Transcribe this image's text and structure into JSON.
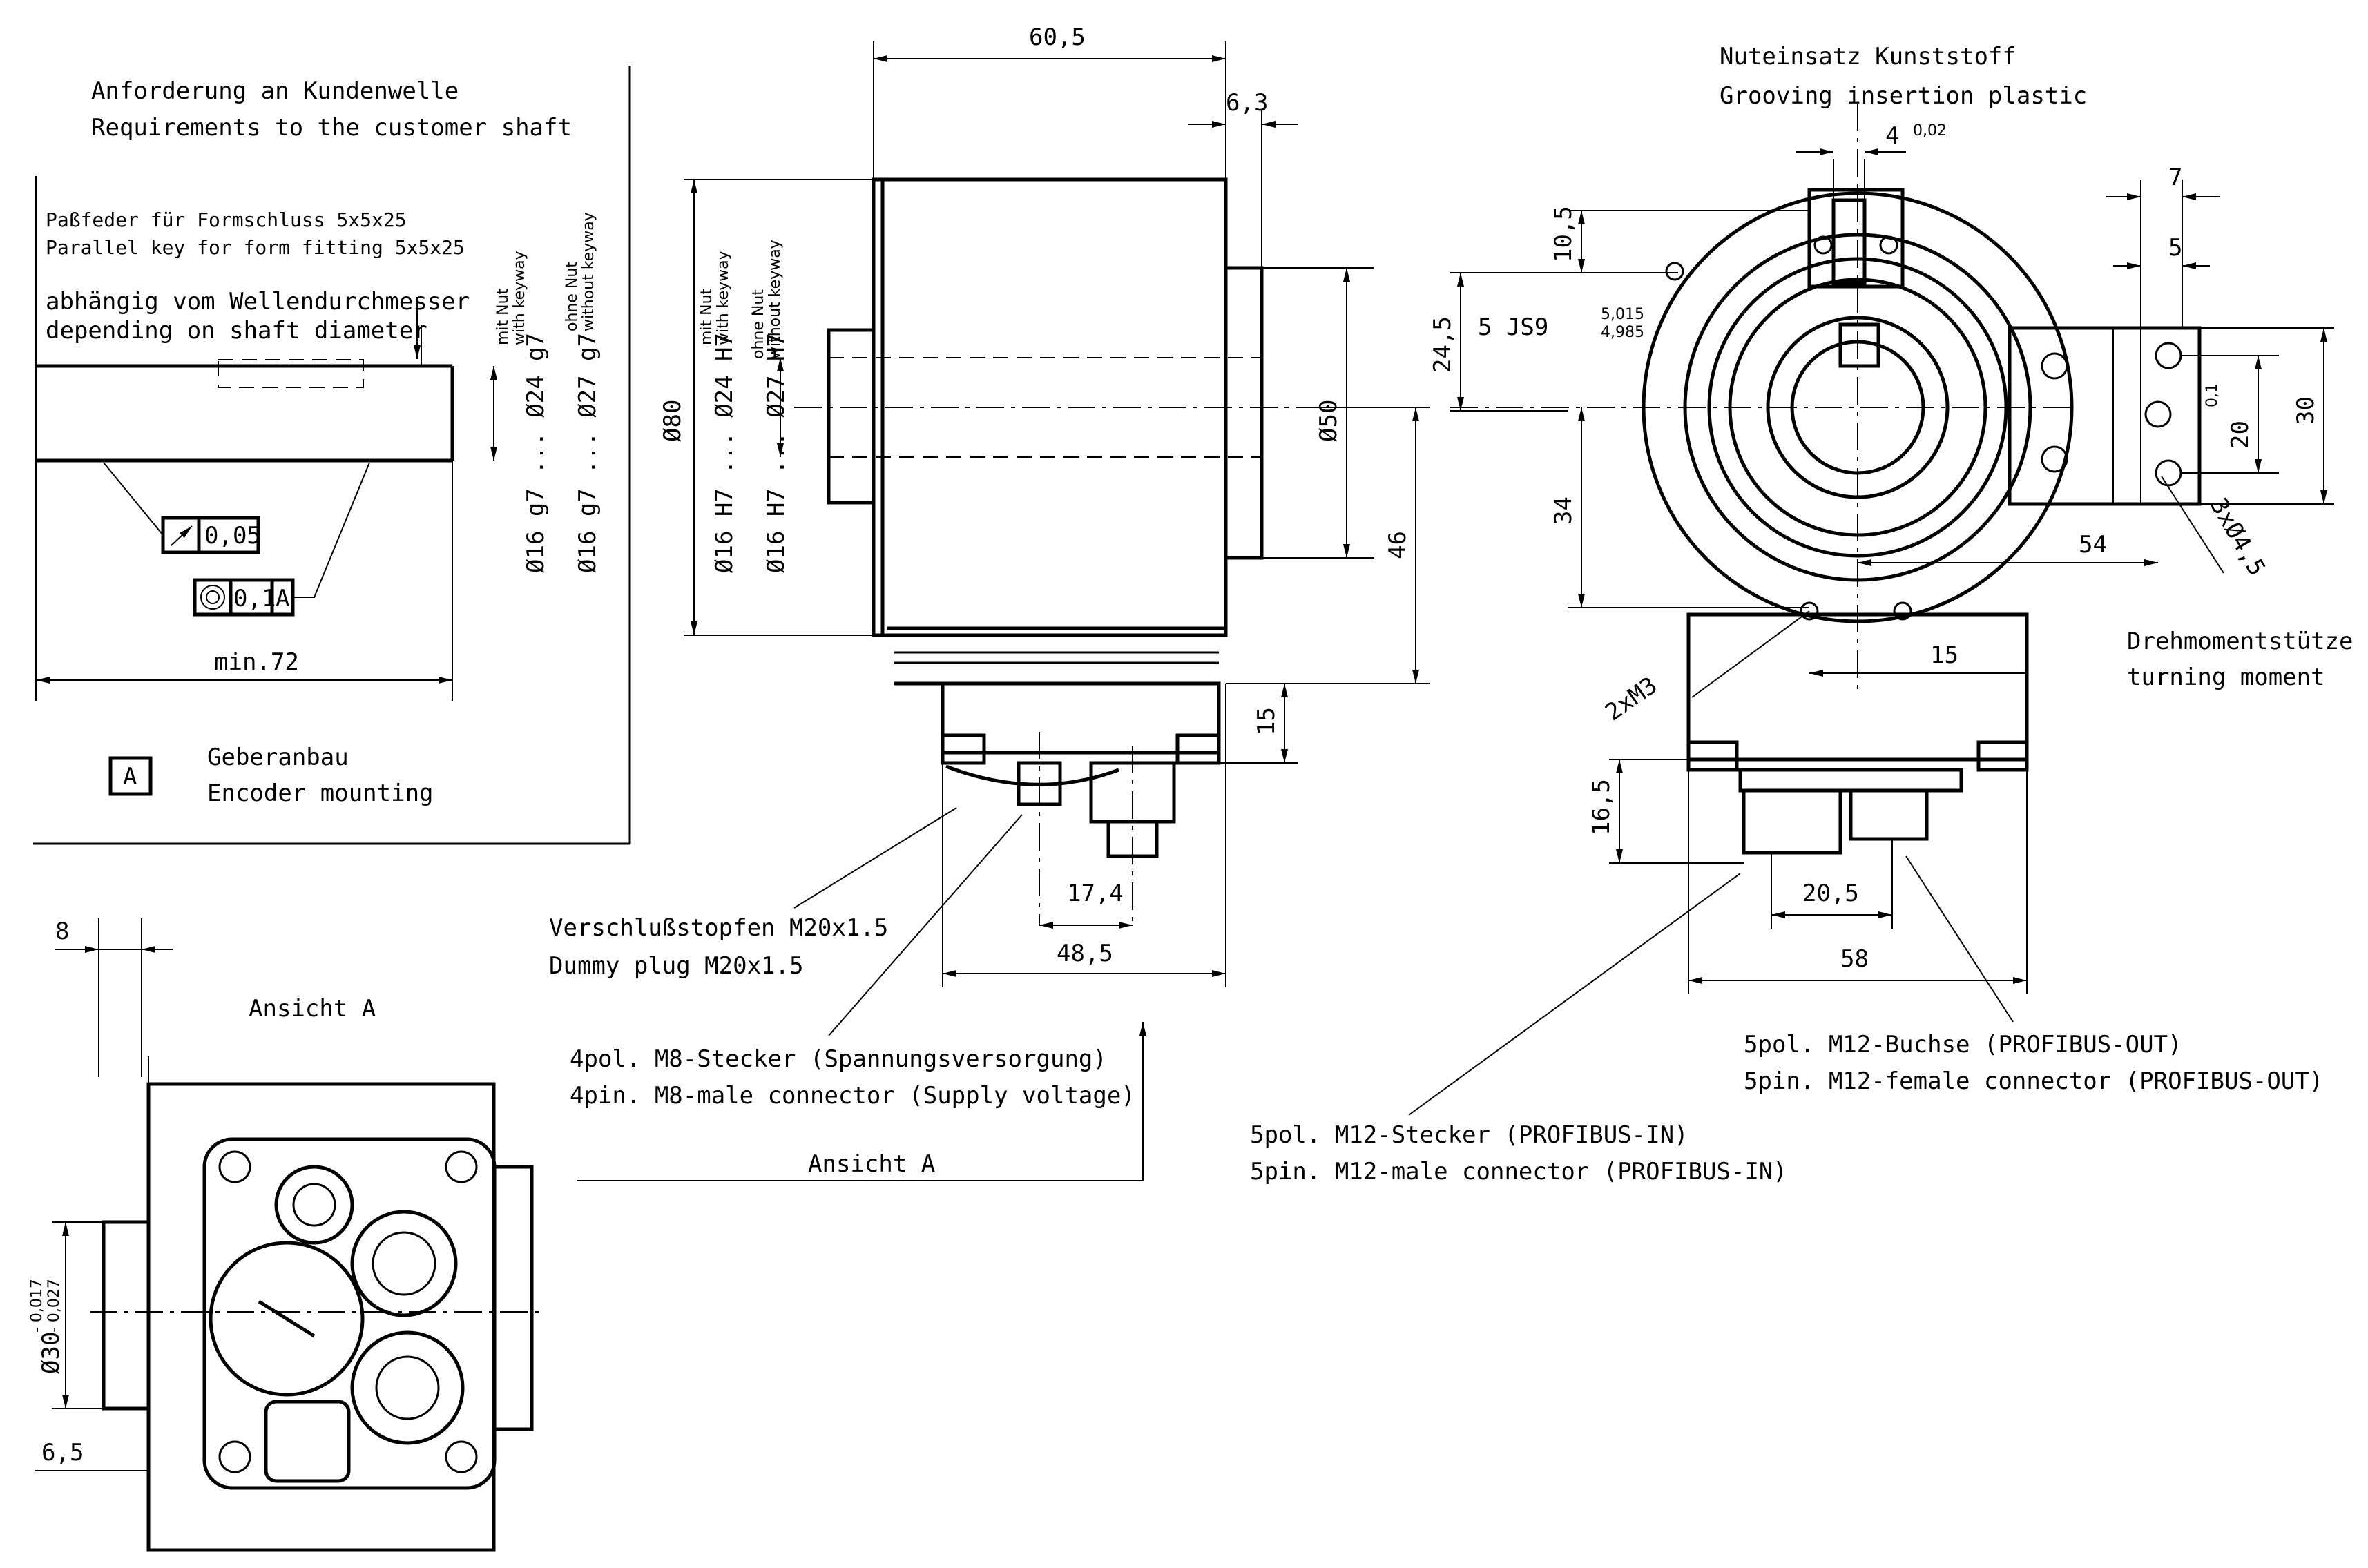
{
  "shaft_requirements": {
    "title_de": "Anforderung an Kundenwelle",
    "title_en": "Requirements to the customer shaft",
    "key_de": "Paßfeder für Formschluss 5x5x25",
    "key_en": "Parallel key for form fitting 5x5x25",
    "dep_de": "abhängig vom Wellendurchmesser",
    "dep_en": "depending on shaft diameter",
    "tol_runout": "0,05",
    "tol_conc": "0,1",
    "datum": "A",
    "min_len": "min.72",
    "legend_box": "A",
    "legend_de": "Geberanbau",
    "legend_en": "Encoder mounting",
    "dia_with_de": "mit Nut",
    "dia_with_en": "with keyway",
    "dia_without_de": "ohne Nut",
    "dia_without_en": "without keyway",
    "dia_g_with": "Ø16 g7 ... Ø24 g7",
    "dia_g_without": "Ø16 g7 ... Ø27 g7"
  },
  "side_view": {
    "dim_top": "60,5",
    "dim_flange": "6,3",
    "dia_body": "Ø80",
    "dia_h_with": "Ø16 H7 ... Ø24 H7",
    "dia_h_without": "Ø16 H7 ... Ø27 H7",
    "dia_50": "Ø50",
    "dim_46": "46",
    "dim_15": "15",
    "dim_174": "17,4",
    "dim_485": "48,5"
  },
  "front_view": {
    "groove_de": "Nuteinsatz Kunststoff",
    "groove_en": "Grooving insertion plastic",
    "dim_4": "4",
    "dim_4_tol": "0,02",
    "dim_105": "10,5",
    "dim_245": "24,5",
    "js9": "5 JS9",
    "js9_up": "5,015",
    "js9_lo": "4,985",
    "dim_34": "34",
    "dim_7": "7",
    "dim_5": "5",
    "dim_20": "20",
    "dim_20_tol": "0,1",
    "dim_30": "30",
    "dim_54": "54",
    "holes": "3xØ4,5",
    "torque_de": "Drehmomentstütze",
    "torque_en": "turning moment",
    "thread": "2xM3",
    "dim_15b": "15",
    "dim_165": "16,5",
    "dim_205": "20,5",
    "dim_58": "58"
  },
  "callouts": {
    "dummy_de": "Verschlußstopfen M20x1.5",
    "dummy_en": "Dummy plug M20x1.5",
    "m8_de": "4pol. M8-Stecker (Spannungsversorgung)",
    "m8_en": "4pin. M8-male connector (Supply voltage)",
    "view_a_arrow": "Ansicht A",
    "m12in_de": "5pol. M12-Stecker (PROFIBUS-IN)",
    "m12in_en": "5pin. M12-male connector (PROFIBUS-IN)",
    "m12out_de": "5pol. M12-Buchse (PROFIBUS-OUT)",
    "m12out_en": "5pin. M12-female connector (PROFIBUS-OUT)"
  },
  "view_a": {
    "title": "Ansicht A",
    "dim_8": "8",
    "dia_30": "Ø30",
    "dia_30_up": "- 0,017",
    "dia_30_lo": "- 0,027",
    "dim_65": "6,5"
  }
}
